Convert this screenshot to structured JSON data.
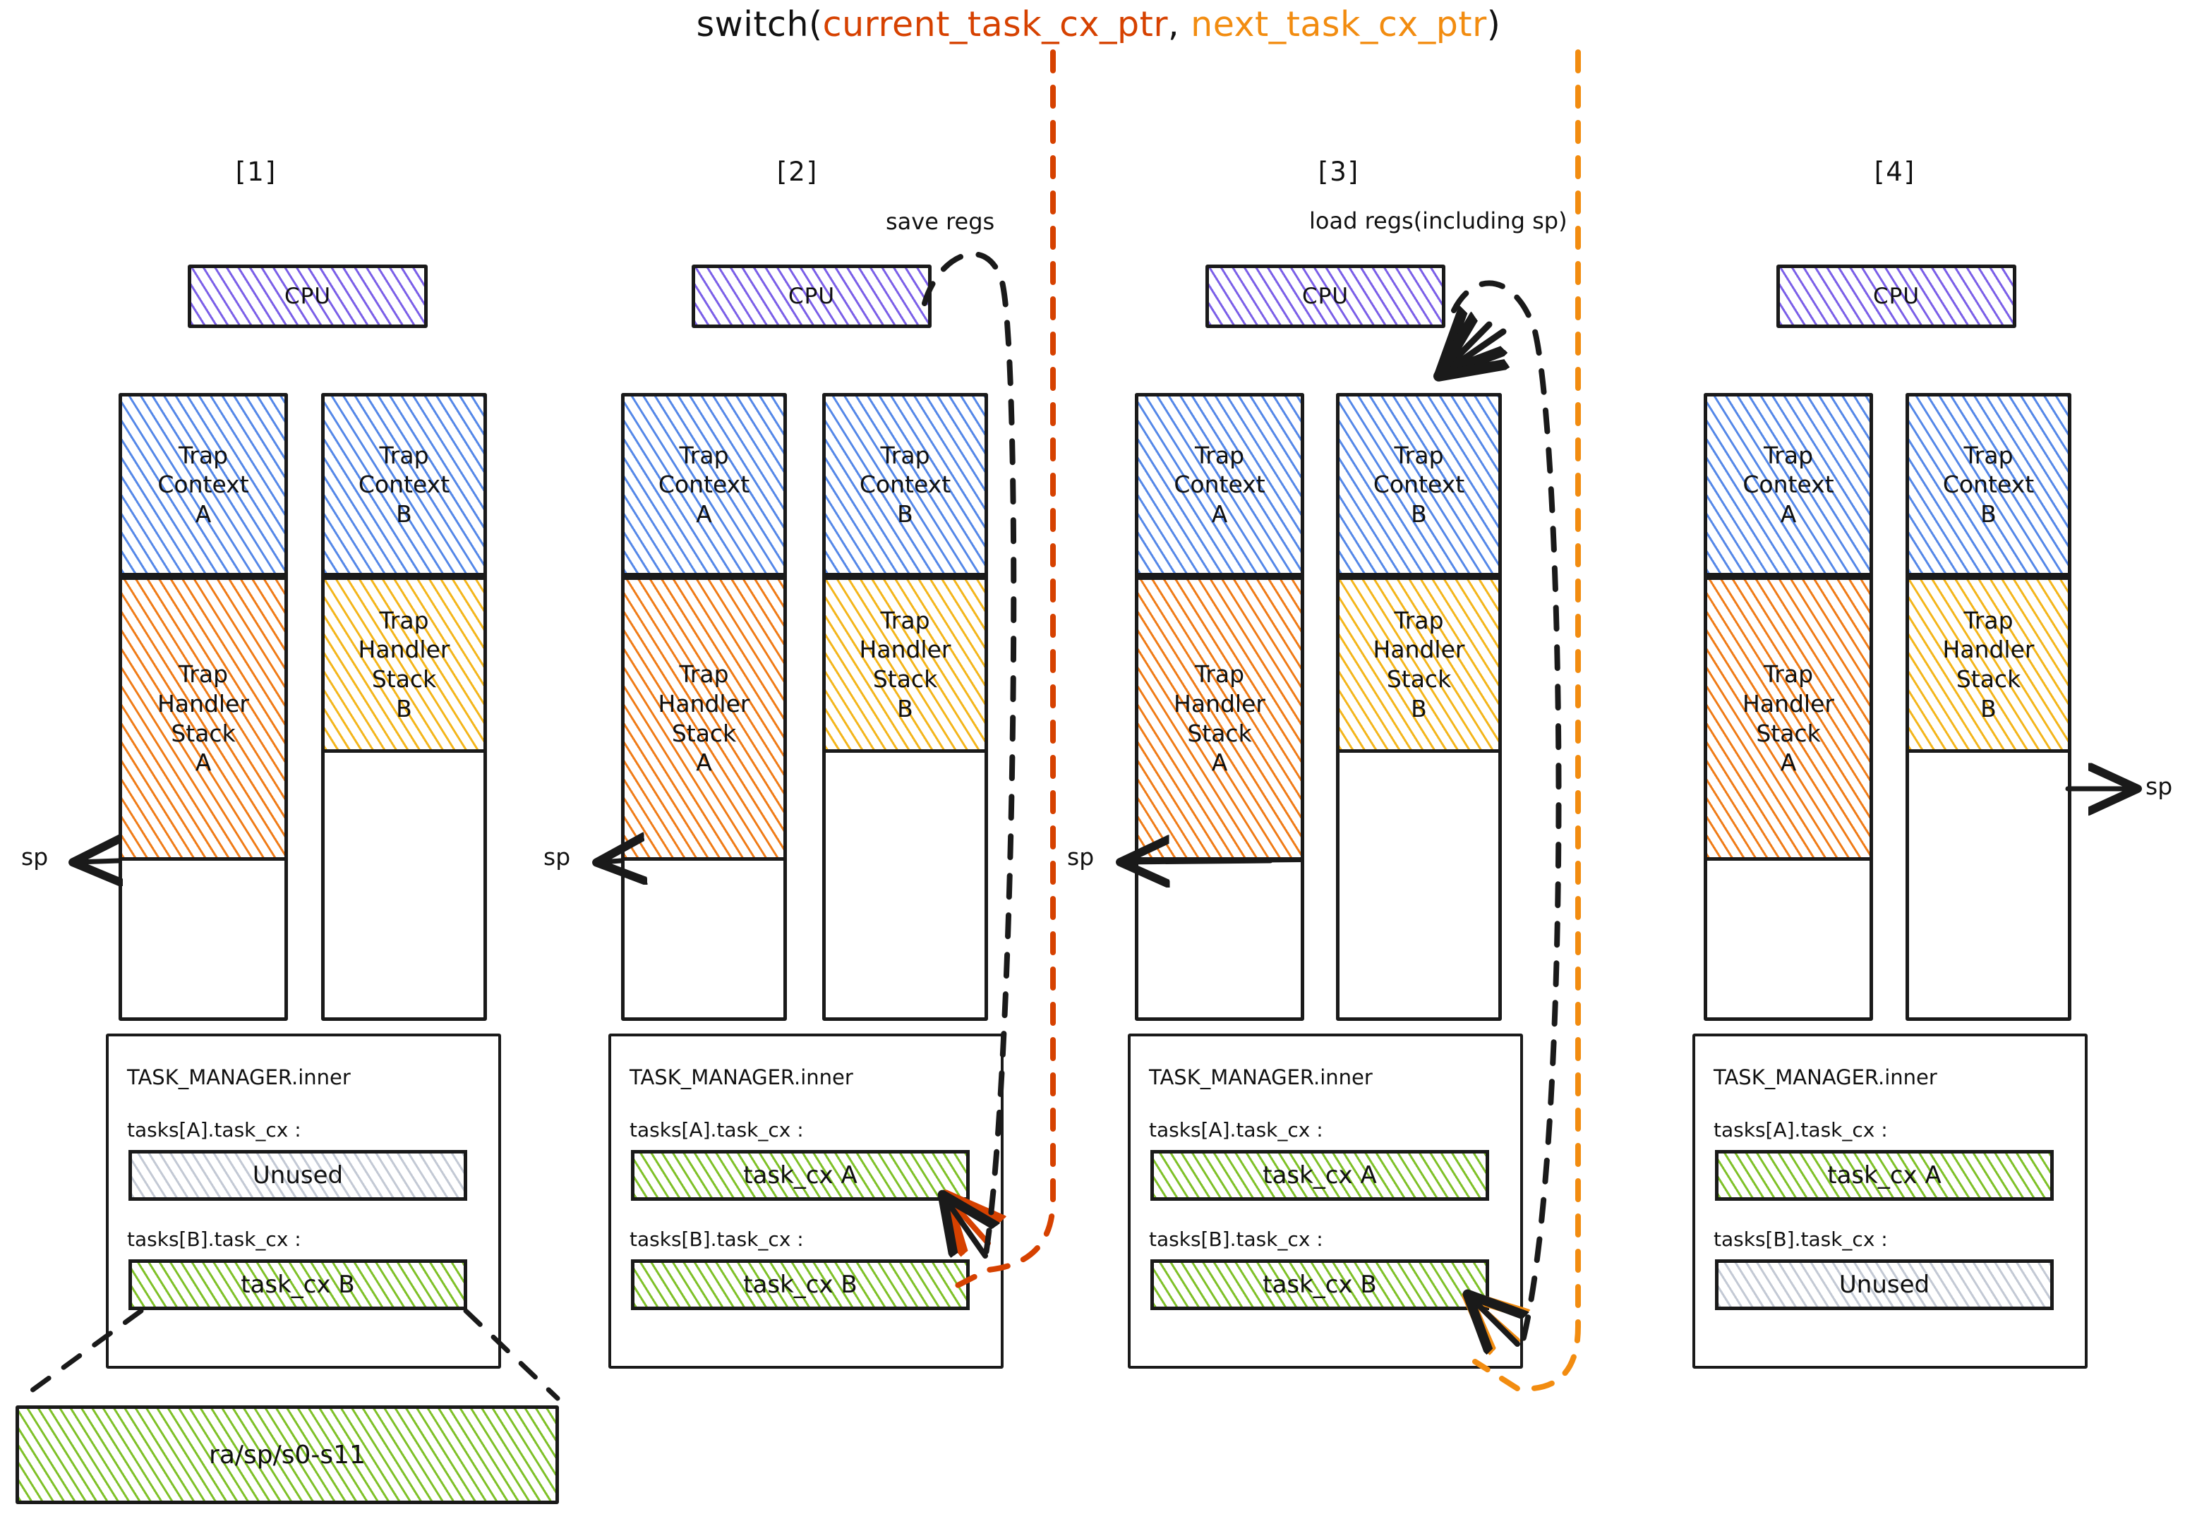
{
  "title": {
    "fn": "switch(",
    "arg1": "current_task_cx_ptr",
    "sep": ", ",
    "arg2": "next_task_cx_ptr",
    "close": ")"
  },
  "colors": {
    "arg1": "#d64100",
    "arg2": "#f28c10",
    "cpu_hatch": "#7b5fe8",
    "trap_context_hatch": "#5588e8",
    "handler_a_hatch": "#f07c18",
    "handler_b_hatch": "#f4b61c",
    "task_cx_hatch": "#7fc128",
    "unused_hatch": "#c3c9d4",
    "ink": "#1a1a1a"
  },
  "annotations": {
    "save_regs": "save regs",
    "load_regs": "load regs(including sp)",
    "sp": "sp"
  },
  "detail_box": {
    "label": "ra/sp/s0-s11"
  },
  "labels": {
    "cpu": "CPU",
    "trap_context_a": "Trap\nContext\nA",
    "trap_context_b": "Trap\nContext\nB",
    "handler_a": "Trap\nHandler\nStack\nA",
    "handler_b": "Trap\nHandler\nStack\nB",
    "tm_title": "TASK_MANAGER.inner",
    "tasks_a": "tasks[A].task_cx :",
    "tasks_b": "tasks[B].task_cx :",
    "task_cx_a": "task_cx A",
    "task_cx_b": "task_cx B",
    "unused": "Unused"
  },
  "steps": [
    {
      "id": "step-1",
      "label": "[1]",
      "cpu": "CPU",
      "stack_a": {
        "trap_context": "Trap\nContext\nA",
        "handler": "Trap\nHandler\nStack\nA",
        "handler_fill": "orange",
        "handler_height": "tall"
      },
      "stack_b": {
        "trap_context": "Trap\nContext\nB",
        "handler": "Trap\nHandler\nStack\nB",
        "handler_fill": "yellow",
        "handler_height": "short"
      },
      "sp_side": "left",
      "sp_label": "sp",
      "task_manager": {
        "title": "TASK_MANAGER.inner",
        "rows": [
          {
            "label": "tasks[A].task_cx :",
            "value": "Unused",
            "fill": "grey"
          },
          {
            "label": "tasks[B].task_cx :",
            "value": "task_cx B",
            "fill": "green"
          }
        ]
      }
    },
    {
      "id": "step-2",
      "label": "[2]",
      "cpu": "CPU",
      "note": "save regs",
      "stack_a": {
        "trap_context": "Trap\nContext\nA",
        "handler": "Trap\nHandler\nStack\nA",
        "handler_fill": "orange",
        "handler_height": "tall"
      },
      "stack_b": {
        "trap_context": "Trap\nContext\nB",
        "handler": "Trap\nHandler\nStack\nB",
        "handler_fill": "yellow",
        "handler_height": "short"
      },
      "sp_side": "left",
      "sp_label": "sp",
      "task_manager": {
        "title": "TASK_MANAGER.inner",
        "rows": [
          {
            "label": "tasks[A].task_cx :",
            "value": "task_cx A",
            "fill": "green"
          },
          {
            "label": "tasks[B].task_cx :",
            "value": "task_cx B",
            "fill": "green"
          }
        ]
      }
    },
    {
      "id": "step-3",
      "label": "[3]",
      "cpu": "CPU",
      "note": "load regs(including sp)",
      "stack_a": {
        "trap_context": "Trap\nContext\nA",
        "handler": "Trap\nHandler\nStack\nA",
        "handler_fill": "orange",
        "handler_height": "tall"
      },
      "stack_b": {
        "trap_context": "Trap\nContext\nB",
        "handler": "Trap\nHandler\nStack\nB",
        "handler_fill": "yellow",
        "handler_height": "short"
      },
      "sp_side": "left",
      "sp_label": "sp",
      "task_manager": {
        "title": "TASK_MANAGER.inner",
        "rows": [
          {
            "label": "tasks[A].task_cx :",
            "value": "task_cx A",
            "fill": "green"
          },
          {
            "label": "tasks[B].task_cx :",
            "value": "task_cx B",
            "fill": "green"
          }
        ]
      }
    },
    {
      "id": "step-4",
      "label": "[4]",
      "cpu": "CPU",
      "stack_a": {
        "trap_context": "Trap\nContext\nA",
        "handler": "Trap\nHandler\nStack\nA",
        "handler_fill": "orange",
        "handler_height": "tall"
      },
      "stack_b": {
        "trap_context": "Trap\nContext\nB",
        "handler": "Trap\nHandler\nStack\nB",
        "handler_fill": "yellow",
        "handler_height": "short"
      },
      "sp_side": "right",
      "sp_label": "sp",
      "task_manager": {
        "title": "TASK_MANAGER.inner",
        "rows": [
          {
            "label": "tasks[A].task_cx :",
            "value": "task_cx A",
            "fill": "green"
          },
          {
            "label": "tasks[B].task_cx :",
            "value": "Unused",
            "fill": "grey"
          }
        ]
      }
    }
  ]
}
